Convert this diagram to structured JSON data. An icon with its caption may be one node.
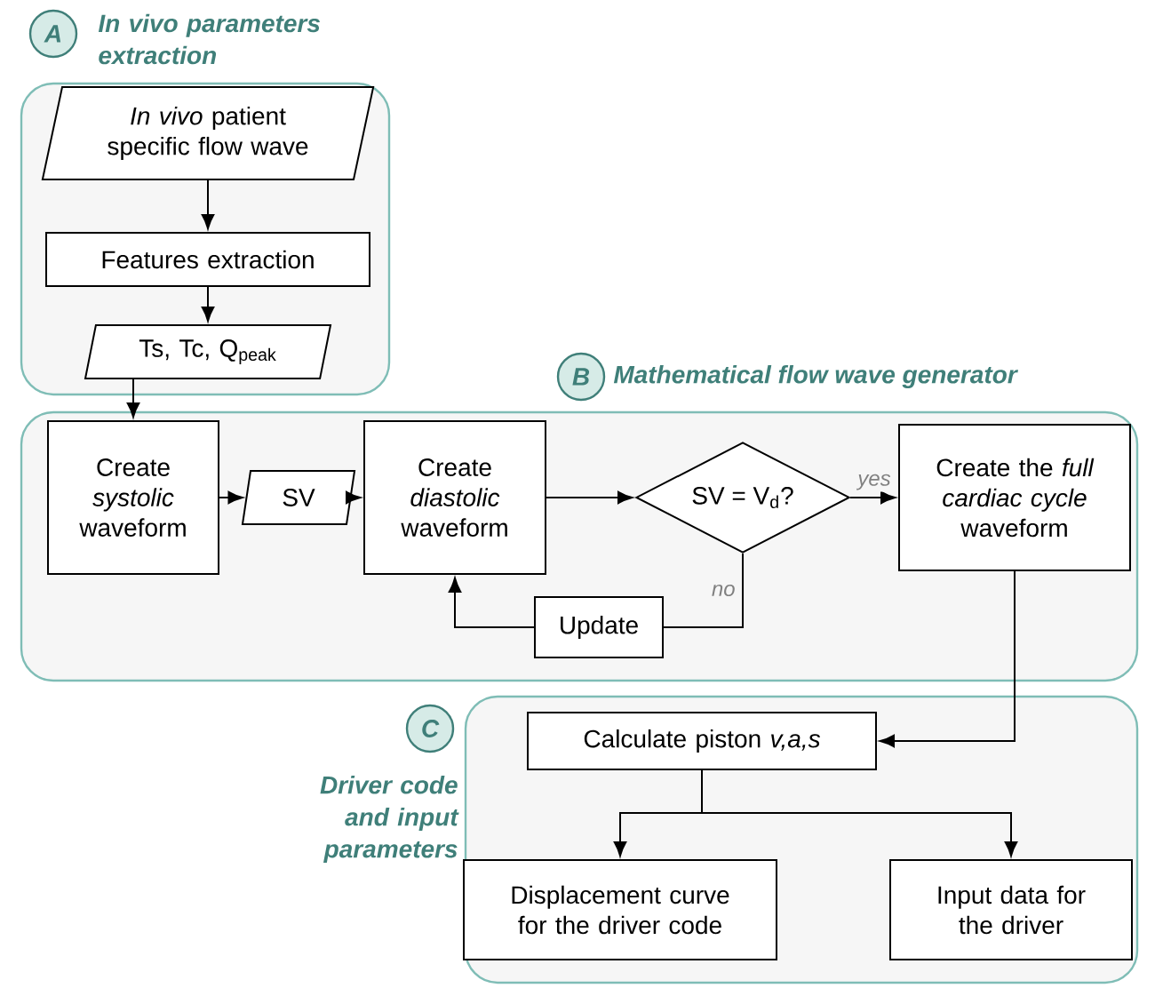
{
  "diagram": {
    "nodes": [
      {
        "text": [
          "A"
        ]
      },
      {
        "text": [
          "In vivo parameters extraction"
        ]
      },
      {
        "text": [
          "*In vivo* patient specific flow wave"
        ],
        "in": 1
      },
      {
        "text": [
          "Features extraction"
        ],
        "in": 1
      },
      {
        "text": [
          "Ts, Tc, Q$_{peak}$"
        ],
        "in": 1
      },
      {
        "text": [
          "B"
        ]
      },
      {
        "text": [
          "Mathematical flow wave generator"
        ]
      },
      {
        "text": [
          "Create *systolic* waveform"
        ],
        "in": 6
      },
      {
        "text": [
          "SV"
        ],
        "in": 6
      },
      {
        "text": [
          "Create *diastolic* waveform"
        ],
        "in": 6
      },
      {
        "text": [
          "SV = V$_{d}$?"
        ],
        "in": 6
      },
      {
        "text": [
          "Update"
        ],
        "in": 6
      },
      {
        "text": [
          "Create the *full cardiac cycle* waveform"
        ],
        "in": 6
      },
      {
        "text": [
          "C"
        ]
      },
      {
        "text": [
          "Driver code and input parameters"
        ]
      },
      {
        "text": [
          "Calculate piston *v,a,s*"
        ],
        "in": 14
      },
      {
        "text": [
          "Displacement curve for the driver code"
        ],
        "in": 14
      },
      {
        "text": [
          "Input data for the driver"
        ],
        "in": 14
      }
    ],
    "edges": [
      {
        "from": 2,
        "to": 3,
        "arrow": "to"
      },
      {
        "from": 3,
        "to": 4,
        "arrow": "to"
      },
      {
        "from": 4,
        "to": 7,
        "arrow": "to"
      },
      {
        "from": 7,
        "to": 8,
        "arrow": "to"
      },
      {
        "from": 8,
        "to": 9,
        "arrow": "to"
      },
      {
        "from": 9,
        "to": 10,
        "arrow": "to"
      },
      {
        "from": 10,
        "to": 12,
        "arrow": "to",
        "label": "yes"
      },
      {
        "from": 10,
        "to": 11,
        "arrow": "none",
        "label": "no"
      },
      {
        "from": 11,
        "to": 9,
        "arrow": "to"
      },
      {
        "from": 12,
        "to": 15,
        "arrow": "to"
      },
      {
        "from": 15,
        "to": 16,
        "arrow": "to"
      },
      {
        "from": 15,
        "to": 17,
        "arrow": "to"
      }
    ]
  }
}
